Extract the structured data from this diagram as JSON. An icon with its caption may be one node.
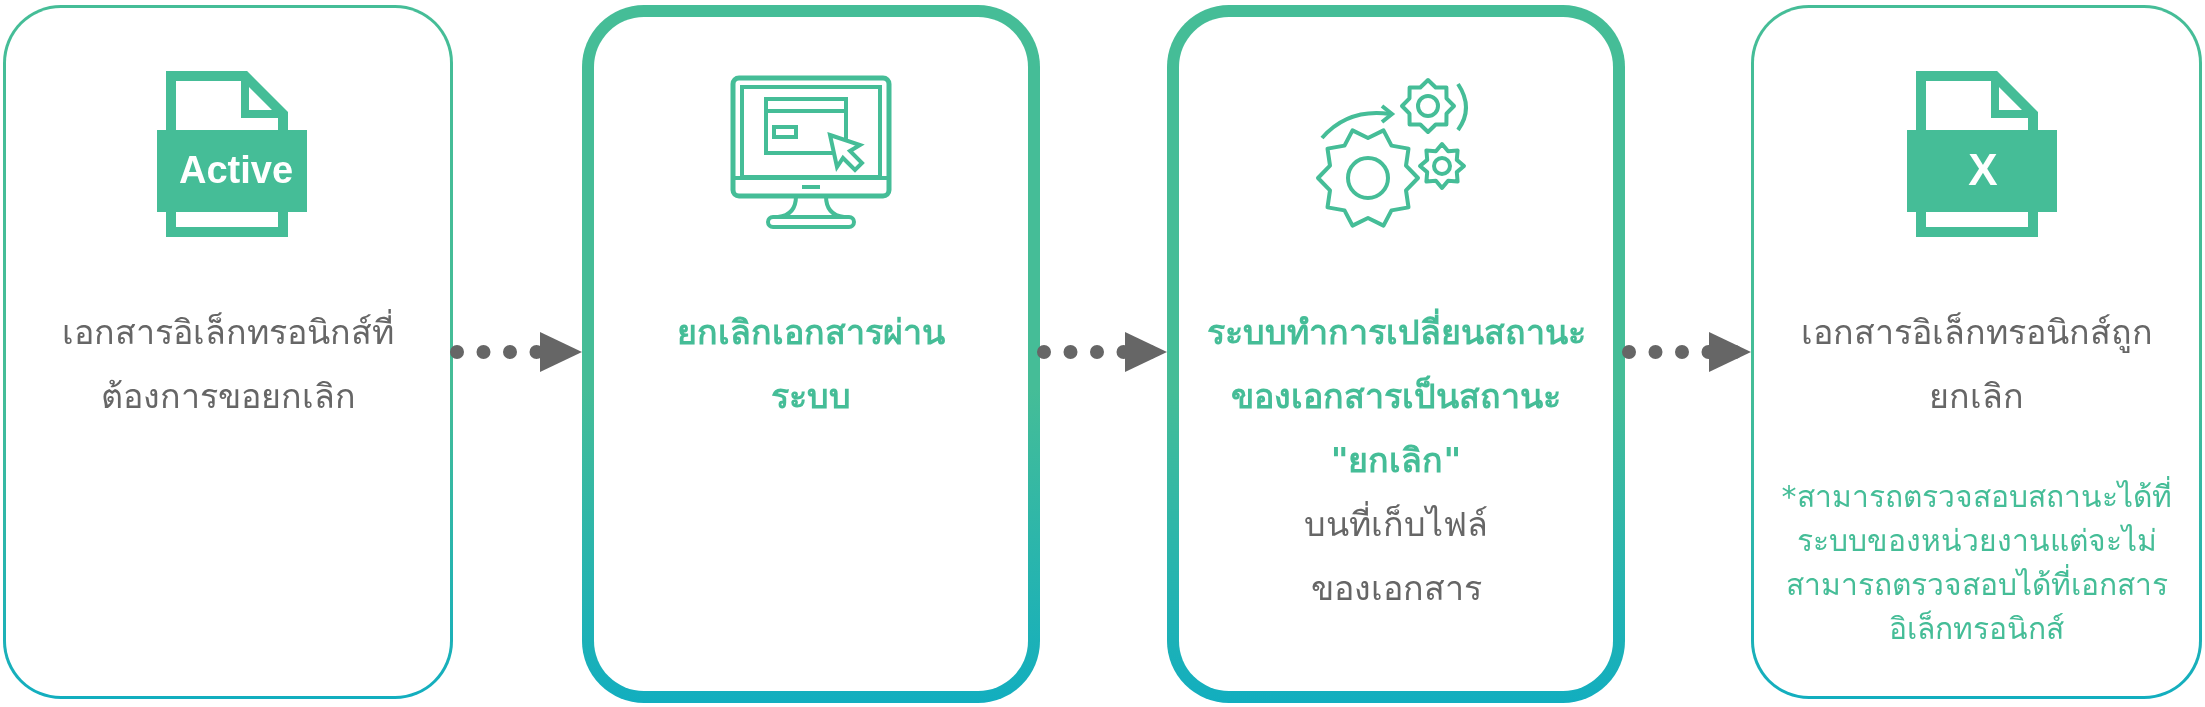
{
  "diagram": {
    "nodes": [
      {
        "text": [
          "เอกสารอิเล็กทรอนิกส์ที่ต้องการขอยกเลิก"
        ]
      },
      {
        "text": [
          "ยกเลิกเอกสารผ่านระบบ"
        ]
      },
      {
        "text": [
          "ระบบทำการเปลี่ยนสถานะของเอกสารเป็นสถานะ \"ยกเลิก\"",
          "บนที่เก็บไฟล์ของเอกสาร"
        ]
      },
      {
        "text": [
          "เอกสารอิเล็กทรอนิกส์ถูกยกเลิก",
          "*สามารถตรวจสอบสถานะได้ที่ระบบของหน่วยงานแต่จะไม่สามารถตรวจสอบได้ที่เอกสารอิเล็กทรอนิกส์"
        ]
      }
    ],
    "edges": [
      {
        "from": 0,
        "to": 1,
        "arrow": "to"
      },
      {
        "from": 1,
        "to": 2,
        "arrow": "to"
      },
      {
        "from": 2,
        "to": 3,
        "arrow": "to"
      }
    ],
    "labels": [
      "Active",
      "X"
    ]
  }
}
